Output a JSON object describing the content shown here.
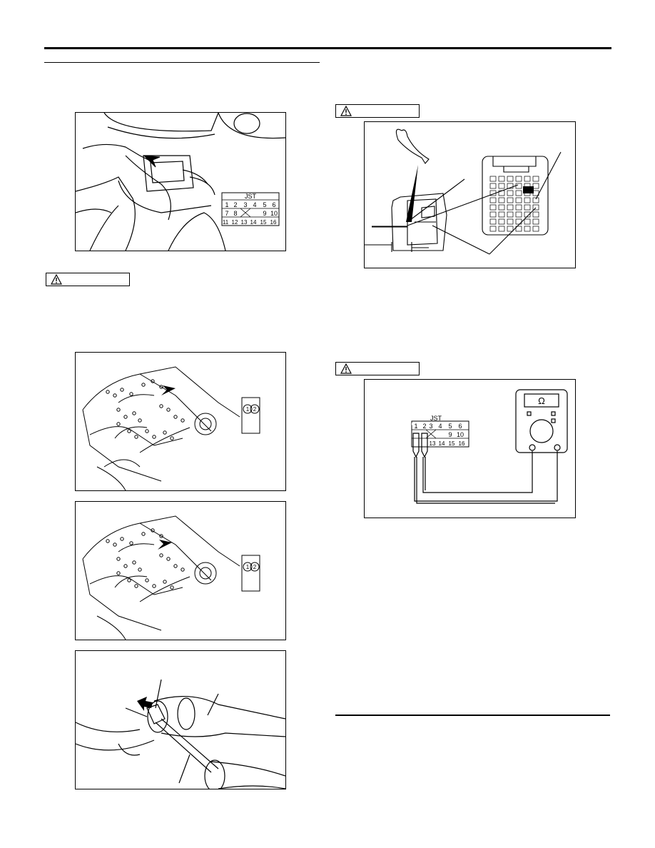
{
  "fig1": {
    "connector_maker": "JST",
    "pin_rows": [
      [
        "1",
        "2",
        "3",
        "4",
        "5",
        "6"
      ],
      [
        "7",
        "8",
        "9",
        "10"
      ],
      [
        "11",
        "12",
        "13",
        "14",
        "15",
        "16"
      ]
    ]
  },
  "fig2": {
    "pins": [
      "1",
      "2"
    ]
  },
  "fig3": {
    "pins": [
      "1",
      "2"
    ]
  },
  "fig6": {
    "connector_maker": "JST",
    "pin_rows": [
      [
        "1",
        "2",
        "3",
        "4",
        "5",
        "6"
      ],
      [
        "9",
        "10"
      ],
      [
        "13",
        "14",
        "15",
        "16"
      ]
    ],
    "meter_symbol": "Ω"
  },
  "caution_icon": "warning-triangle-icon"
}
